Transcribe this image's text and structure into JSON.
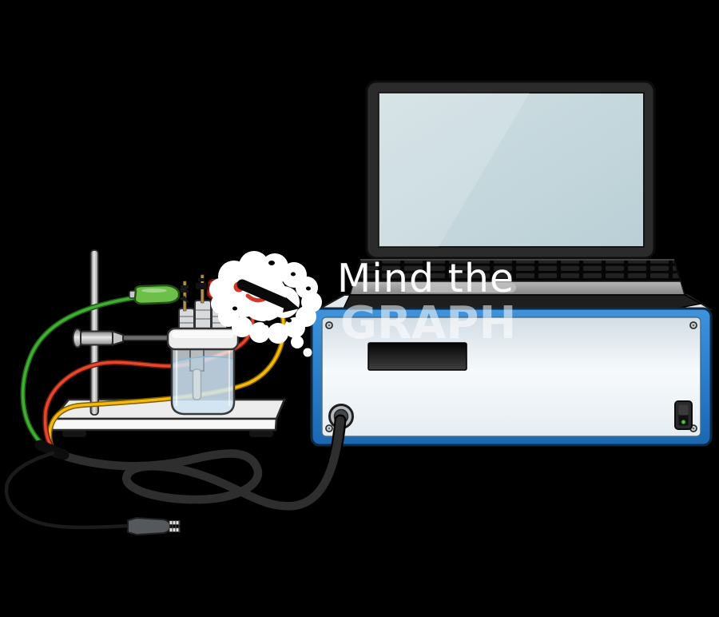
{
  "watermark": {
    "line1": "Mind the",
    "line2": "GRAPH",
    "logo": "brain-cloud-with-pencil-icon",
    "text_color": "#ffffff"
  },
  "colors": {
    "background": "#000000",
    "instrument_blue": "#2b82d2",
    "panel_light": "#eef4f8",
    "display_black": "#101010",
    "led_green": "#5fc244",
    "screen_blue": "#c4d7dc",
    "laptop_dark": "#2b2b2b",
    "cable_black": "#2e2e2e",
    "wire_green": "#3fae33",
    "wire_red": "#e04a2b",
    "wire_yellow": "#f5b90a",
    "clip_green": "#6cc04a",
    "clip_red": "#e23b27",
    "stand_white": "#efefef",
    "glass_blue": "#d9ebf7",
    "electrode_gold": "#b09253"
  },
  "components": {
    "laptop": "laptop",
    "instrument": "potentiostat-box",
    "cell": "electrochemical-cell",
    "stand": "lab-stand",
    "clips": [
      "green-alligator-clip",
      "red-alligator-clip"
    ],
    "wires": [
      "green-wire",
      "red-wire",
      "yellow-wire"
    ],
    "cable": "instrument-cable",
    "connector": "two-pin-plug"
  }
}
